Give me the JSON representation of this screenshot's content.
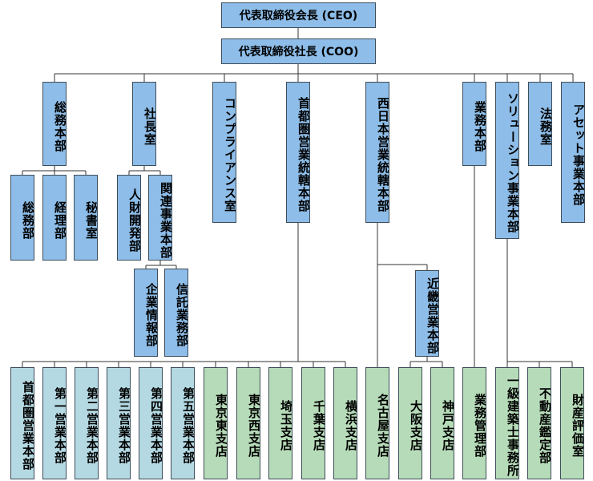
{
  "colors": {
    "head": "#8dbde8",
    "branch_blue": "#b4d9e2",
    "branch_green": "#b6dbb8",
    "line": "#333333"
  },
  "executives": {
    "ceo": "代表取締役会長 (CEO)",
    "coo": "代表取締役社長 (COO)"
  },
  "divisions": {
    "general_affairs_hq": "総務本部",
    "president_office": "社長室",
    "compliance": "コンプライアンス室",
    "capital_sales_hq": "首都圏営業統轄本部",
    "west_sales_hq": "西日本営業統轄本部",
    "business_affairs_hq": "業務本部",
    "solutions_hq": "ソリューション事業本部",
    "legal": "法務室",
    "asset_hq": "アセット事業本部"
  },
  "departments": {
    "general_affairs": "総務部",
    "accounting": "経理部",
    "secretary": "秘書室",
    "hr_development": "人財開発部",
    "affiliates_hq": "関連事業本部",
    "corporate_info": "企業情報部",
    "trust_business": "信託業務部",
    "kinki_sales_hq": "近畿営業本部"
  },
  "branches": {
    "capital_sales": "首都圏営業本部",
    "sales_1": "第一営業本部",
    "sales_2": "第二営業本部",
    "sales_3": "第三営業本部",
    "sales_4": "第四営業本部",
    "sales_5": "第五営業本部",
    "tokyo_east": "東京東支店",
    "tokyo_west": "東京西支店",
    "saitama": "埼玉支店",
    "chiba": "千葉支店",
    "yokohama": "横浜支店",
    "nagoya": "名古屋支店",
    "osaka": "大阪支店",
    "kobe": "神戸支店",
    "business_admin": "業務管理部",
    "architect_office": "一級建築士事務所",
    "real_estate_appraisal": "不動産鑑定部",
    "asset_valuation": "財産評価室"
  }
}
